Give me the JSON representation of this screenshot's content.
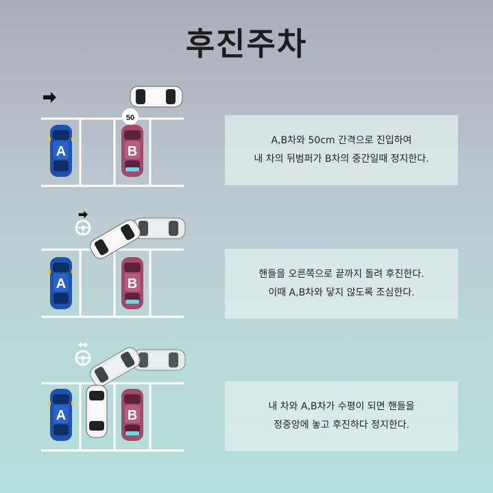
{
  "title": "후진주차",
  "car_labels": {
    "a": "A",
    "b": "B"
  },
  "gap_label": "50",
  "icons": {
    "direction": "arrow-right-icon",
    "steering": "steering-wheel-icon",
    "both_ways": "double-arrow-icon"
  },
  "colors": {
    "car_a": "#1f52b0",
    "car_b": "#a24a6c",
    "my_car": "#f4f4f4",
    "text_box": "#e0eef0"
  },
  "steps": [
    {
      "lines": [
        "A,B차와 50cm 간격으로 진입하여",
        "내 차의 뒤범퍼가 B차의 중간일때 정지한다."
      ]
    },
    {
      "lines": [
        "핸들을 오른쪽으로 끝까지 돌려 후진한다.",
        "이때 A,B차와 닿지 않도록 조심한다."
      ]
    },
    {
      "lines": [
        "내 차와 A,B차가 수평이 되면 핸들을",
        "정중앙에 놓고 후진하다 정지한다."
      ]
    }
  ]
}
